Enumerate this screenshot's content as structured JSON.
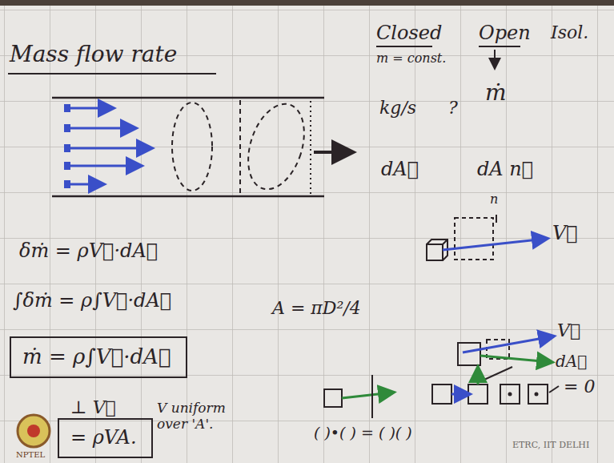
{
  "diagram": {
    "title": "Mass flow rate",
    "nodes": [
      {
        "text": [
          "ṁ = ρ∫V⃗·dA⃗"
        ]
      },
      {
        "text": [
          "= ρVA."
        ]
      }
    ],
    "labels": [
      "Closed",
      "Open",
      "Isol.",
      "m = const.",
      "kg/s",
      "?",
      "ṁ",
      "dA⃗",
      "dA n⃗",
      "n",
      "V⃗",
      "δṁ = ρV⃗·dA⃗",
      "∫δṁ = ρ∫V⃗·dA⃗",
      "A = πD²/4",
      "V⃗",
      "dA⃗",
      "= 0",
      "⊥ V⃗",
      "V uniform over 'A'.",
      "( )•( ) = ( )( )",
      "ETRC, IIT DELHI",
      "NPTEL"
    ]
  }
}
